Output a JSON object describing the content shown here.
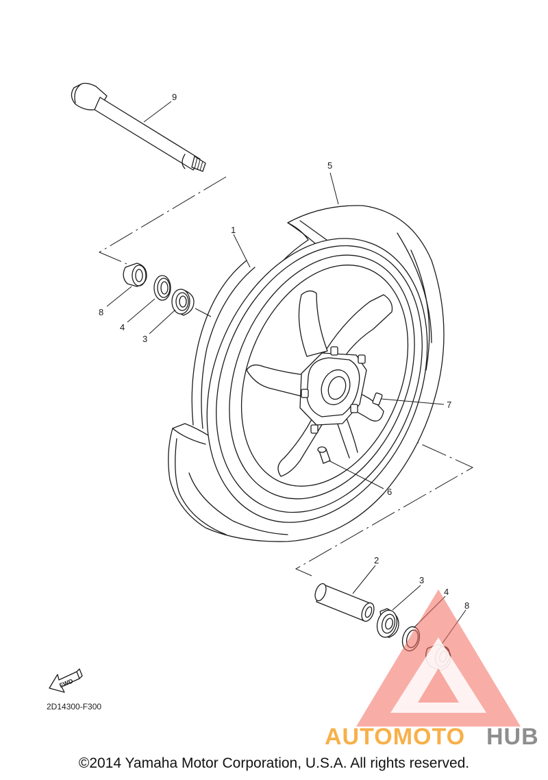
{
  "diagram": {
    "part_code": "2D14300-F300",
    "fwd_label": "FWD",
    "callouts": [
      {
        "id": "1",
        "label": "1"
      },
      {
        "id": "2",
        "label": "2"
      },
      {
        "id": "3a",
        "label": "3"
      },
      {
        "id": "3b",
        "label": "3"
      },
      {
        "id": "4a",
        "label": "4"
      },
      {
        "id": "4b",
        "label": "4"
      },
      {
        "id": "5",
        "label": "5"
      },
      {
        "id": "6",
        "label": "6"
      },
      {
        "id": "7",
        "label": "7"
      },
      {
        "id": "8a",
        "label": "8"
      },
      {
        "id": "8b",
        "label": "8"
      },
      {
        "id": "9",
        "label": "9"
      }
    ]
  },
  "watermark": {
    "part1": "AUTOMOTO",
    "part2": "HUB",
    "color_orange": "#f7b04a",
    "color_red": "#f26b5e",
    "color_gray": "#9a9a9a"
  },
  "footer": {
    "copyright": "©2014 Yamaha Motor Corporation, U.S.A. All rights reserved."
  }
}
